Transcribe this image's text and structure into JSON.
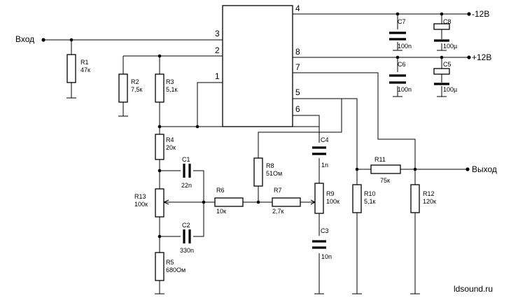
{
  "ports": {
    "input": "Вход",
    "output": "Выход",
    "neg_supply": "-12В",
    "pos_supply": "+12В"
  },
  "ic_pins": {
    "p1": "1",
    "p2": "2",
    "p3": "3",
    "p4": "4",
    "p5": "5",
    "p6": "6",
    "p7": "7",
    "p8": "8"
  },
  "components": {
    "R1": {
      "ref": "R1",
      "value": "47к"
    },
    "R2": {
      "ref": "R2",
      "value": "7,5к"
    },
    "R3": {
      "ref": "R3",
      "value": "5,1к"
    },
    "R4": {
      "ref": "R4",
      "value": "20к"
    },
    "R5": {
      "ref": "R5",
      "value": "680Ом"
    },
    "R6": {
      "ref": "R6",
      "value": "10к"
    },
    "R7": {
      "ref": "R7",
      "value": "2,7к"
    },
    "R8": {
      "ref": "R8",
      "value": "51Ом"
    },
    "R9": {
      "ref": "R9",
      "value": "100к"
    },
    "R10": {
      "ref": "R10",
      "value": "5,1к"
    },
    "R11": {
      "ref": "R11",
      "value": "75к"
    },
    "R12": {
      "ref": "R12",
      "value": "120к"
    },
    "R13": {
      "ref": "R13",
      "value": "100к"
    },
    "C1": {
      "ref": "C1",
      "value": "22n"
    },
    "C2": {
      "ref": "C2",
      "value": "330n"
    },
    "C3": {
      "ref": "C3",
      "value": "10n"
    },
    "C4": {
      "ref": "C4",
      "value": "1n"
    },
    "C5": {
      "ref": "C5",
      "value": "100µ"
    },
    "C6": {
      "ref": "C6",
      "value": "100n"
    },
    "C7": {
      "ref": "C7",
      "value": "100n"
    },
    "C8": {
      "ref": "C8",
      "value": "100µ"
    }
  },
  "watermark": "ldsound.ru"
}
